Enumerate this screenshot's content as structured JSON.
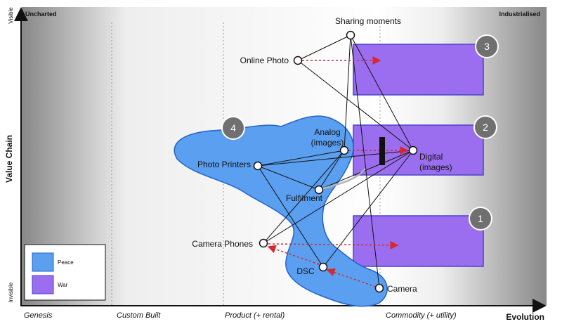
{
  "axes": {
    "y_title": "Value Chain",
    "y_top": "Visible",
    "y_bottom": "Invisible",
    "x_title": "Evolution",
    "stages": [
      "Genesis",
      "Custom Built",
      "Product (+ rental)",
      "Commodity (+ utility)"
    ],
    "corner_left": "Uncharted",
    "corner_right": "Industrialised"
  },
  "components": {
    "sharing": "Sharing moments",
    "online": "Online Photo",
    "analog_1": "Analog",
    "analog_2": "(images)",
    "digital_1": "Digital",
    "digital_2": "(images)",
    "printers": "Photo Printers",
    "fulfilment": "Fulfilment",
    "phones": "Camera Phones",
    "dsc": "DSC",
    "camera": "Camera"
  },
  "zones": {
    "z1": "1",
    "z2": "2",
    "z3": "3",
    "z4": "4"
  },
  "legend": {
    "peace": "Peace",
    "war": "War"
  },
  "colors": {
    "peace": "#5b9ff0",
    "war": "#9b6ef0",
    "arrow": "#d7282f",
    "badge": "#707070"
  }
}
